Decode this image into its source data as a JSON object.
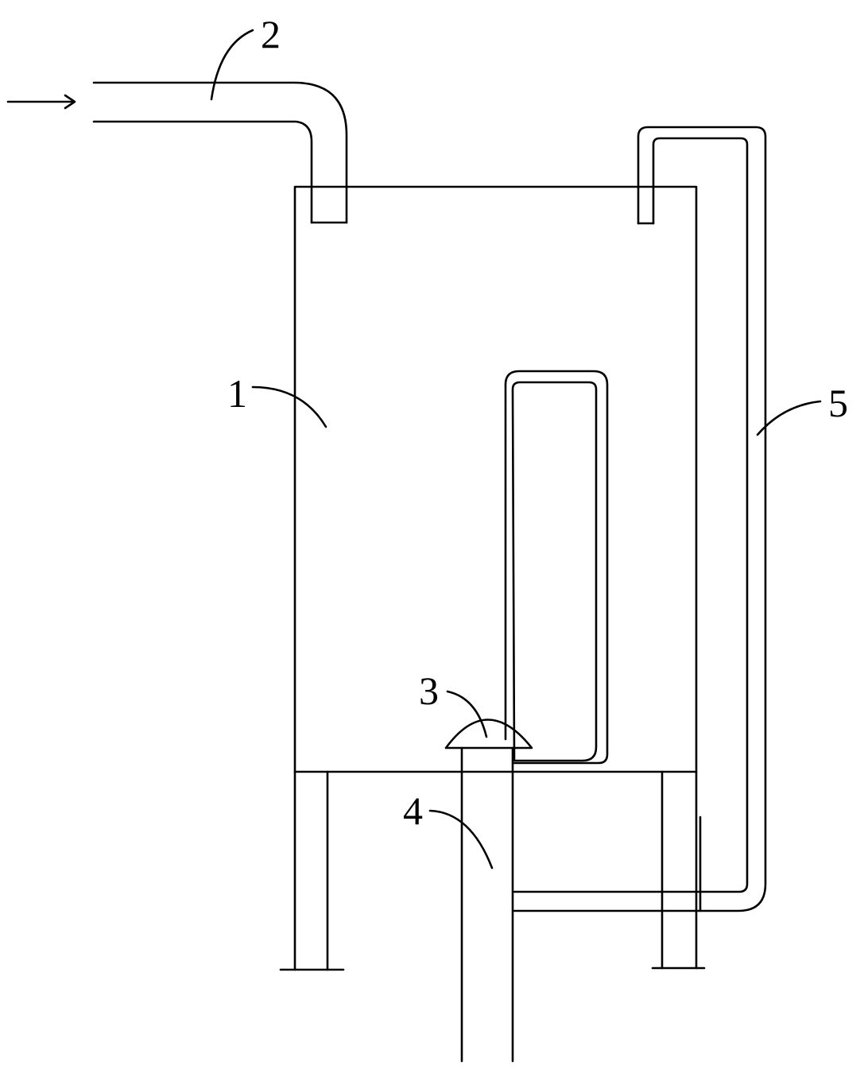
{
  "diagram": {
    "labels": {
      "tank": "1",
      "inlet_pipe": "2",
      "cap": "3",
      "outlet_pipe": "4",
      "siphon_pipe": "5"
    },
    "colors": {
      "line": "#000000",
      "background": "#ffffff"
    }
  }
}
